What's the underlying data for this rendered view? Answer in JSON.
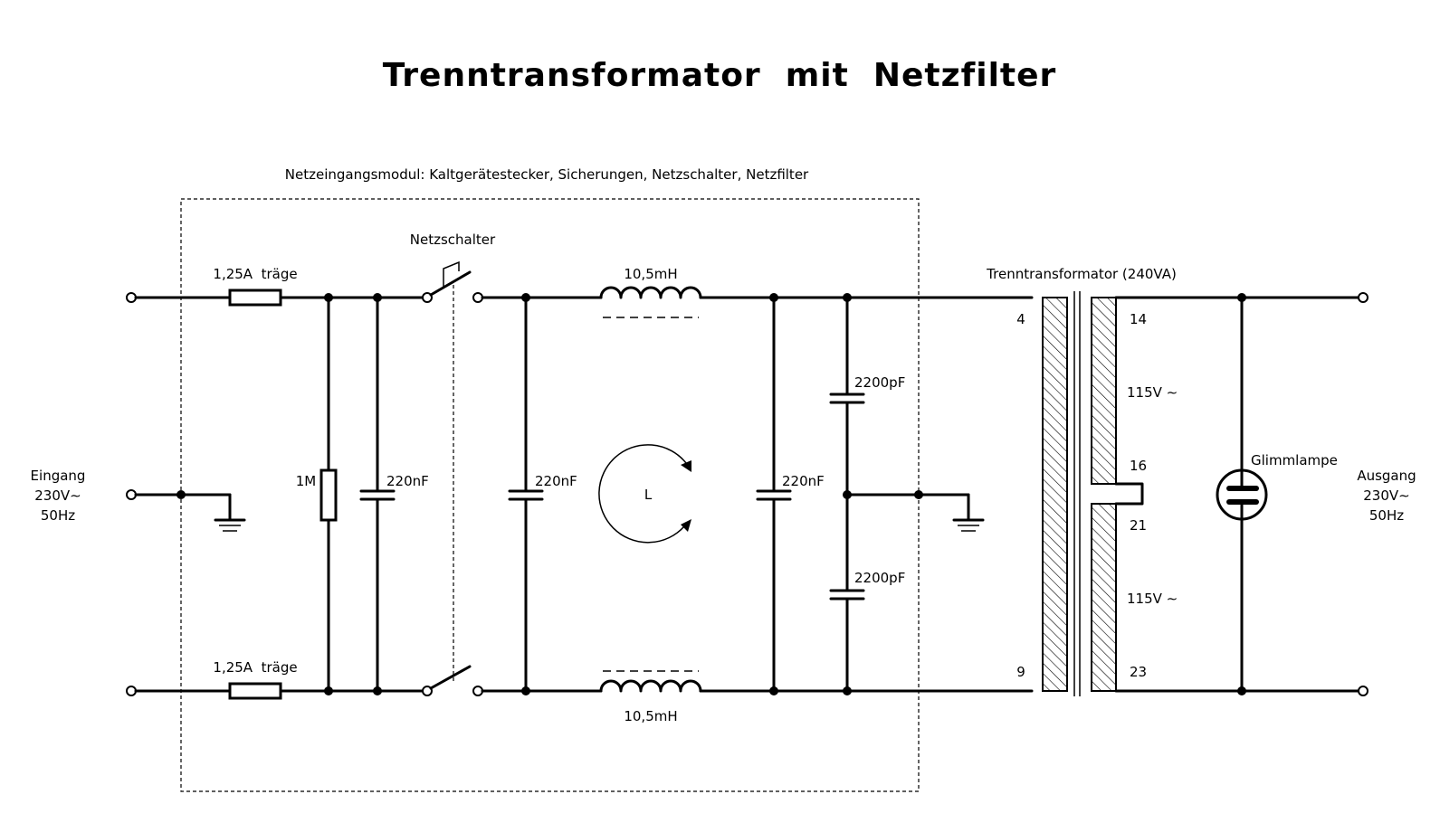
{
  "title": "Trenntransformator  mit  Netzfilter",
  "module_label": "Netzeingangsmodul: Kaltgerätestecker, Sicherungen, Netzschalter, Netzfilter",
  "switch_label": "Netzschalter",
  "fuse_top": "1,25A  träge",
  "fuse_bottom": "1,25A  träge",
  "resistor": "1M",
  "cap_x1": "220nF",
  "cap_x2": "220nF",
  "cap_x3": "220nF",
  "choke_top": "10,5mH",
  "choke_bottom": "10,5mH",
  "cap_y_top": "2200pF",
  "cap_y_bottom": "2200pF",
  "loop_label": "L",
  "transformer_label": "Trenntransformator (240VA)",
  "pins": {
    "p4": "4",
    "p9": "9",
    "p14": "14",
    "p16": "16",
    "p21": "21",
    "p23": "23"
  },
  "winding_top": "115V ∼",
  "winding_bottom": "115V ∼",
  "lamp_label": "Glimmlampe",
  "input": {
    "line1": "Eingang",
    "line2": "230V∼",
    "line3": "50Hz"
  },
  "output": {
    "line1": "Ausgang",
    "line2": "230V∼",
    "line3": "50Hz"
  }
}
